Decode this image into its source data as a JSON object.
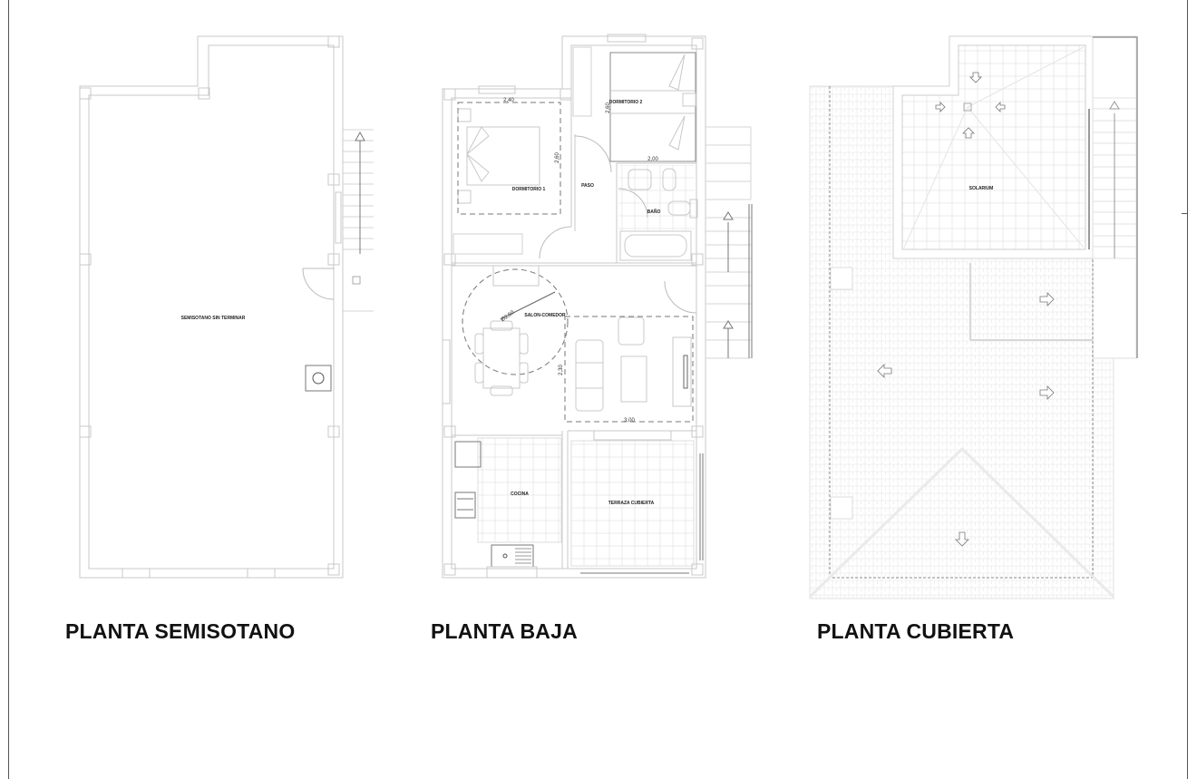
{
  "document": {
    "type": "architectural floor plans",
    "plans": [
      {
        "id": "semisotano",
        "title": "PLANTA SEMISOTANO",
        "rooms": [
          {
            "label": "SEMISOTANO SIN TERMINAR"
          }
        ]
      },
      {
        "id": "baja",
        "title": "PLANTA BAJA",
        "rooms": [
          {
            "label": "DORMITORIO 1"
          },
          {
            "label": "DORMITORIO 2"
          },
          {
            "label": "PASO"
          },
          {
            "label": "BAÑO"
          },
          {
            "label": "SALON-COMEDOR"
          },
          {
            "label": "COCINA"
          },
          {
            "label": "TERRAZA CUBIERTA"
          }
        ],
        "dimensions": {
          "dormitorio1_width": "2,40",
          "dormitorio1_height": "2,60",
          "dormitorio2_width": "2,00",
          "dormitorio2_height": "2,60",
          "salon_diameter": "Ø2,50",
          "salon_height": "2,30",
          "salon_width": "3,00"
        }
      },
      {
        "id": "cubierta",
        "title": "PLANTA CUBIERTA",
        "rooms": [
          {
            "label": "SOLARIUM"
          }
        ]
      }
    ]
  },
  "colors": {
    "line": "#c8c8c8",
    "line_dark": "#888888",
    "text": "#111111",
    "background": "#ffffff"
  }
}
